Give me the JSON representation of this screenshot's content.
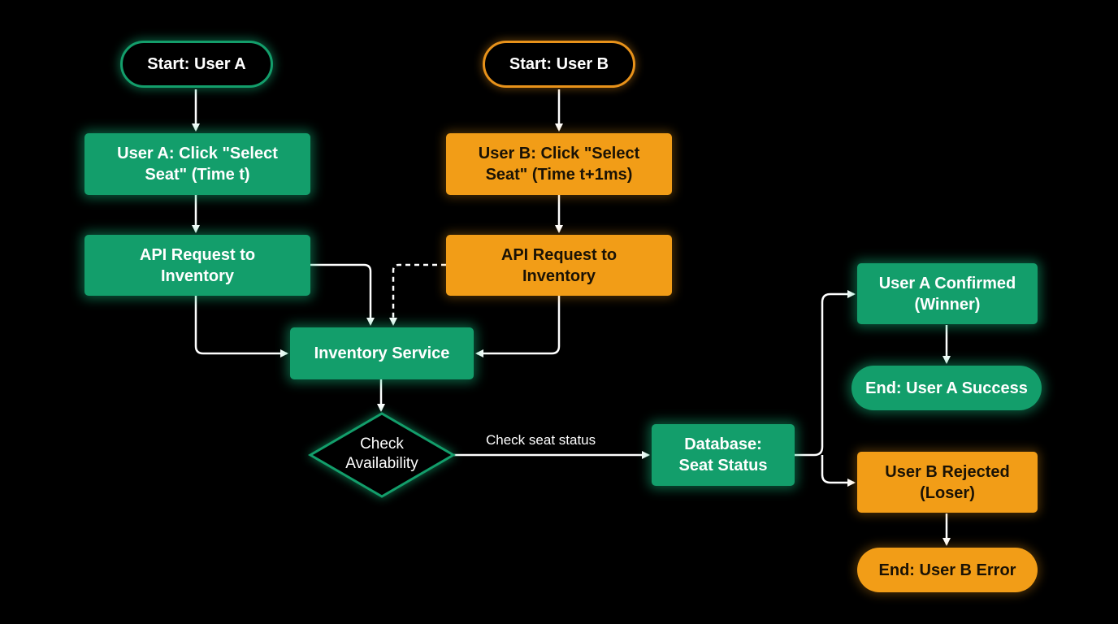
{
  "nodes": {
    "start_a": "Start: User A",
    "start_b": "Start: User B",
    "click_a": "User A: Click \"Select\nSeat\" (Time t)",
    "click_b": "User B: Click \"Select\nSeat\" (Time t+1ms)",
    "api_a": "API Request to\nInventory",
    "api_b": "API Request to\nInventory",
    "inventory_service": "Inventory Service",
    "check_availability": "Check\nAvailability",
    "database": "Database:\nSeat Status",
    "confirmed_a": "User A Confirmed\n(Winner)",
    "end_a": "End: User A Success",
    "rejected_b": "User B Rejected\n(Loser)",
    "end_b": "End: User B Error"
  },
  "edge_labels": {
    "check_to_db": "Check seat status"
  },
  "colors": {
    "background": "#000000",
    "green": "#139e6b",
    "orange": "#f29d17",
    "arrow": "#ffffff"
  }
}
